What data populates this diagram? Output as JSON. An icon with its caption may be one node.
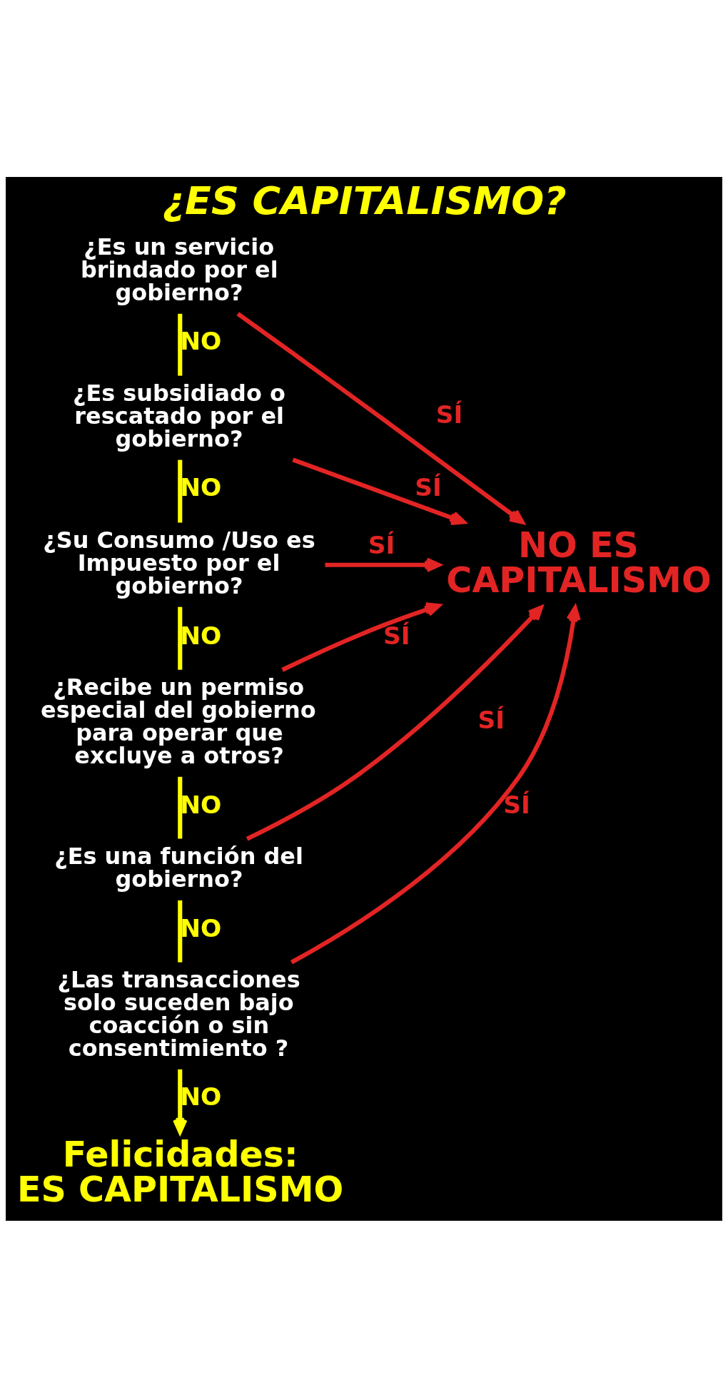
{
  "diagram": {
    "title": "¿ES CAPITALISMO?",
    "nodes": [
      {
        "text": [
          "¿Es un servicio brindado por el gobierno?"
        ]
      },
      {
        "text": [
          "¿Es subsidiado o rescatado por el gobierno?"
        ]
      },
      {
        "text": [
          "¿Su Consumo /Uso es Impuesto por el gobierno?"
        ]
      },
      {
        "text": [
          "¿Recibe un permiso especial del gobierno para operar que excluye a otros?"
        ]
      },
      {
        "text": [
          "¿Es una función del gobierno?"
        ]
      },
      {
        "text": [
          "¿Las transacciones solo suceden bajo coacción o sin consentimiento ?"
        ]
      },
      {
        "text": [
          "NO ES CAPITALISMO"
        ]
      },
      {
        "text": [
          "Felicidades:",
          "ES CAPITALISMO"
        ]
      }
    ],
    "edges": [
      {
        "from": 0,
        "to": 6,
        "arrow": "to",
        "label": "SÍ",
        "color": "#e32424"
      },
      {
        "from": 0,
        "to": 1,
        "arrow": "none",
        "label": "NO",
        "color": "#ffff00"
      },
      {
        "from": 1,
        "to": 6,
        "arrow": "to",
        "label": "SÍ",
        "color": "#e32424"
      },
      {
        "from": 1,
        "to": 2,
        "arrow": "none",
        "label": "NO",
        "color": "#ffff00"
      },
      {
        "from": 2,
        "to": 6,
        "arrow": "to",
        "label": "SÍ",
        "color": "#e32424"
      },
      {
        "from": 2,
        "to": 3,
        "arrow": "none",
        "label": "NO",
        "color": "#ffff00"
      },
      {
        "from": 3,
        "to": 6,
        "arrow": "to",
        "label": "SÍ",
        "color": "#e32424"
      },
      {
        "from": 3,
        "to": 4,
        "arrow": "none",
        "label": "NO",
        "color": "#ffff00"
      },
      {
        "from": 4,
        "to": 6,
        "arrow": "to",
        "label": "SÍ",
        "color": "#e32424"
      },
      {
        "from": 4,
        "to": 5,
        "arrow": "none",
        "label": "NO",
        "color": "#ffff00"
      },
      {
        "from": 5,
        "to": 6,
        "arrow": "to",
        "label": "SÍ",
        "color": "#e32424"
      },
      {
        "from": 5,
        "to": 7,
        "arrow": "to",
        "label": "NO",
        "color": "#ffff00"
      }
    ]
  }
}
